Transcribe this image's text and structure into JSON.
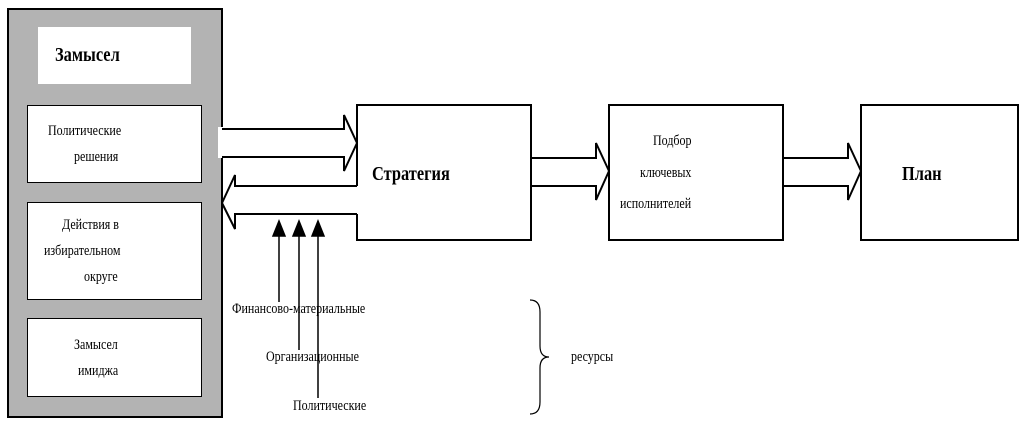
{
  "left_panel": {
    "title": "Замысел",
    "items": [
      {
        "lines": [
          "Политические",
          "решения"
        ]
      },
      {
        "lines": [
          "Действия в",
          "избирательном",
          "округе"
        ]
      },
      {
        "lines": [
          "Замысел",
          "имиджа"
        ]
      }
    ]
  },
  "flow": {
    "strategy": "Стратегия",
    "selection": [
      "Подбор",
      "ключевых",
      "исполнителей"
    ],
    "plan": "План"
  },
  "resources": {
    "items": [
      "Финансово-материальные",
      "Организационные",
      "Политические"
    ],
    "label": "ресурсы"
  }
}
